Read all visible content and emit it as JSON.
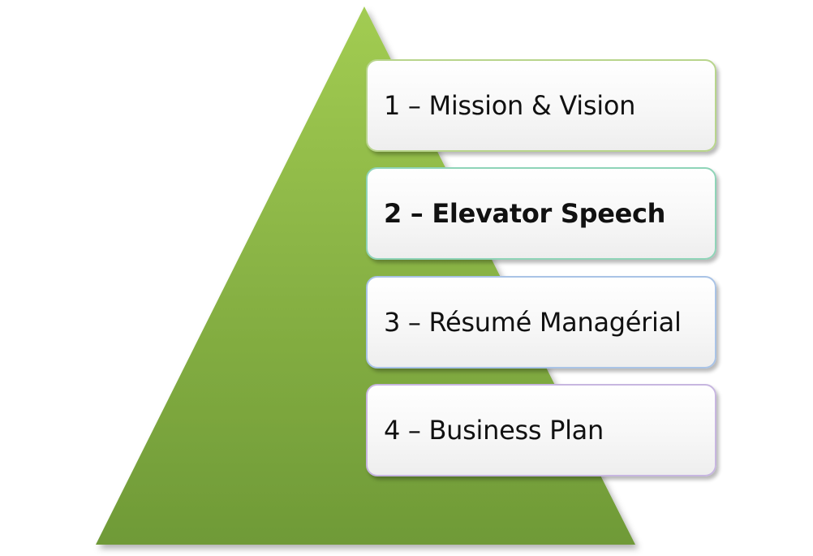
{
  "levels": [
    {
      "label": "1 – Mission & Vision"
    },
    {
      "label": "2 – Elevator Speech"
    },
    {
      "label": "3 – Résumé Managérial"
    },
    {
      "label": "4 – Business Plan"
    }
  ],
  "colors": {
    "pyramid_top": "#9cc64e",
    "pyramid_bottom": "#6f9a37",
    "box_border_1": "#b8d58c",
    "box_border_2": "#8fd4b8",
    "box_border_3": "#a9c3e6",
    "box_border_4": "#c7b6e0"
  }
}
